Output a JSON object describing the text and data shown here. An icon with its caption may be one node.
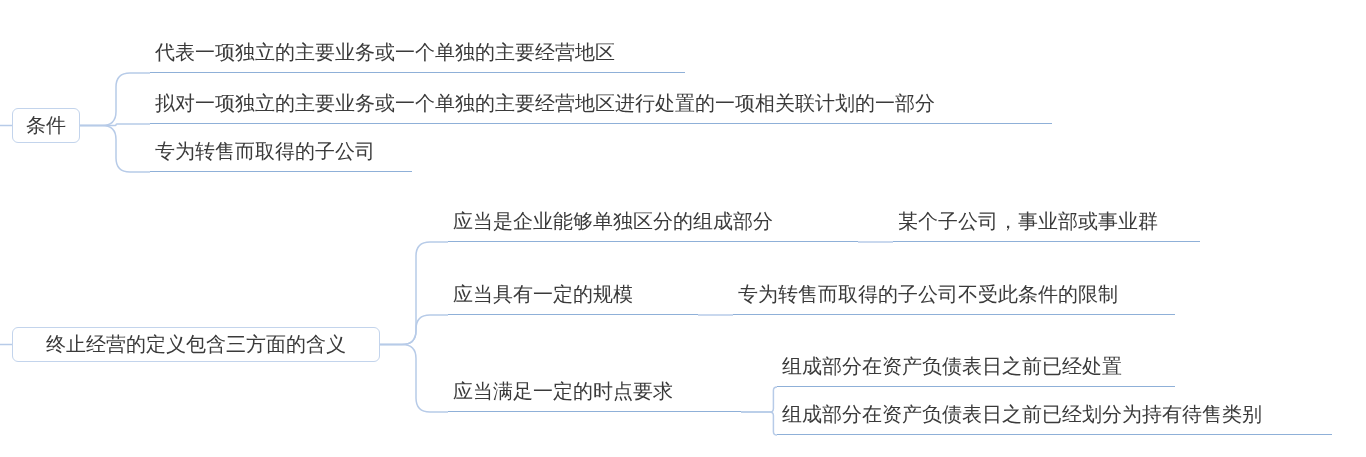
{
  "diagram": {
    "nodes": [
      {
        "text": [
          "条件"
        ]
      },
      {
        "text": [
          "代表一项独立的主要业务或一个单独的主要经营地区"
        ]
      },
      {
        "text": [
          "拟对一项独立的主要业务或一个单独的主要经营地区进行处置的一项相关联计划的一部分"
        ]
      },
      {
        "text": [
          "专为转售而取得的子公司"
        ]
      },
      {
        "text": [
          "终止经营的定义包含三方面的含义"
        ]
      },
      {
        "text": [
          "应当是企业能够单独区分的组成部分"
        ]
      },
      {
        "text": [
          "某个子公司，事业部或事业群"
        ]
      },
      {
        "text": [
          "应当具有一定的规模"
        ]
      },
      {
        "text": [
          "专为转售而取得的子公司不受此条件的限制"
        ]
      },
      {
        "text": [
          "应当满足一定的时点要求"
        ]
      },
      {
        "text": [
          "组成部分在资产负债表日之前已经处置"
        ]
      },
      {
        "text": [
          "组成部分在资产负债表日之前已经划分为持有待售类别"
        ]
      }
    ],
    "edges": [
      {
        "from": null,
        "to": 0,
        "arrow": "none"
      },
      {
        "from": 0,
        "to": 1,
        "arrow": "none"
      },
      {
        "from": 0,
        "to": 2,
        "arrow": "none"
      },
      {
        "from": 0,
        "to": 3,
        "arrow": "none"
      },
      {
        "from": null,
        "to": 4,
        "arrow": "none"
      },
      {
        "from": 4,
        "to": 5,
        "arrow": "none"
      },
      {
        "from": 4,
        "to": 7,
        "arrow": "none"
      },
      {
        "from": 4,
        "to": 9,
        "arrow": "none"
      },
      {
        "from": 5,
        "to": 6,
        "arrow": "none"
      },
      {
        "from": 7,
        "to": 8,
        "arrow": "none"
      },
      {
        "from": 9,
        "to": 10,
        "arrow": "none"
      },
      {
        "from": 9,
        "to": 11,
        "arrow": "none"
      }
    ]
  }
}
